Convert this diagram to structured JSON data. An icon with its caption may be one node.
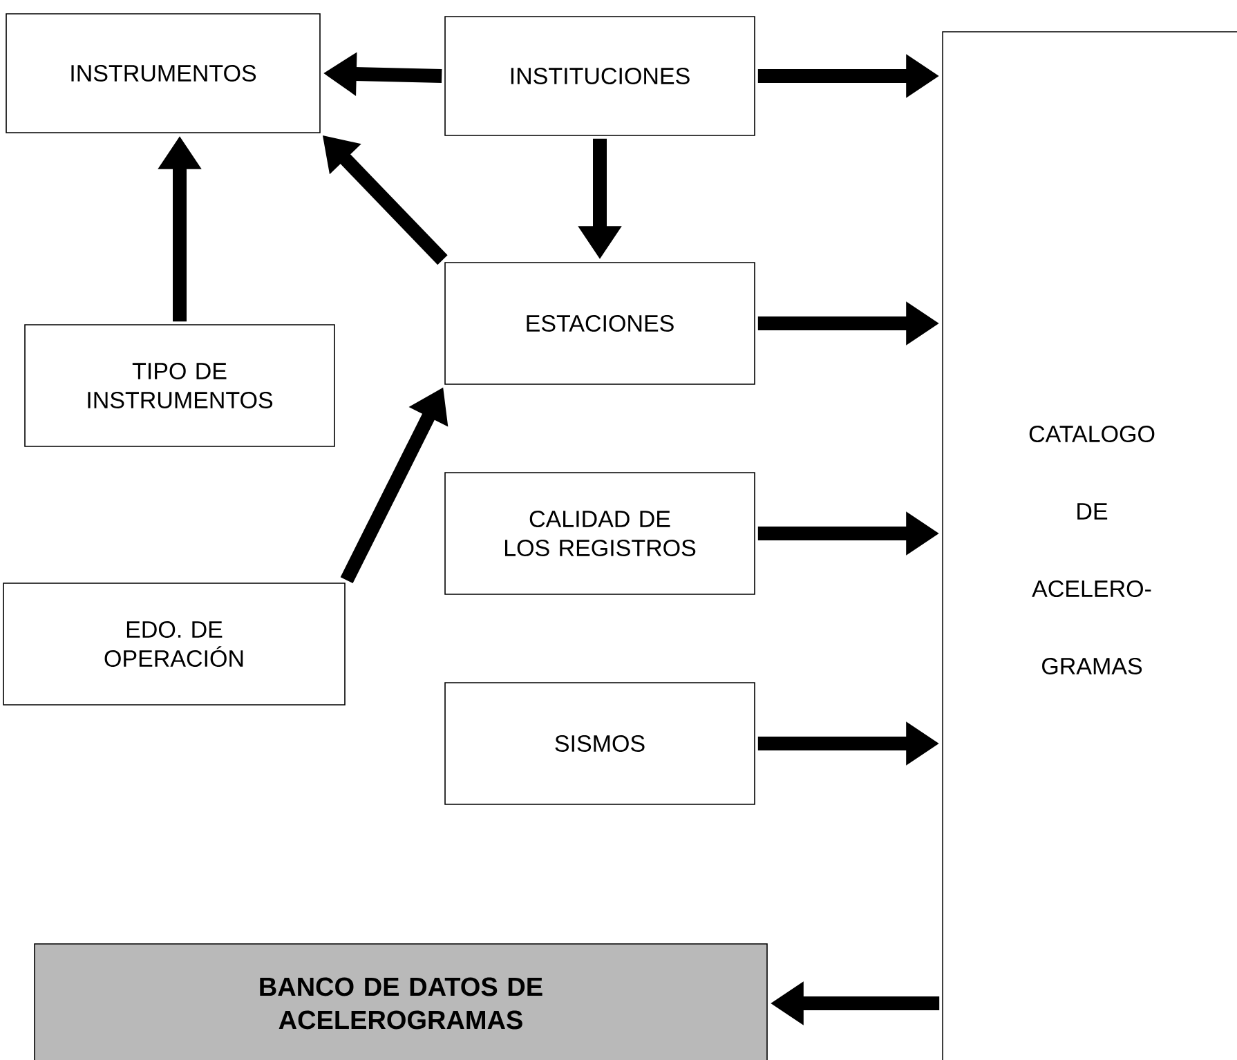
{
  "diagram": {
    "nodes": [
      {
        "text": [
          "INSTRUMENTOS"
        ]
      },
      {
        "text": [
          "INSTITUCIONES"
        ]
      },
      {
        "text": [
          "CATALOGO DE ACELERO- GRAMAS"
        ]
      },
      {
        "text": [
          "TIPO DE INSTRUMENTOS"
        ]
      },
      {
        "text": [
          "ESTACIONES"
        ]
      },
      {
        "text": [
          "CALIDAD DE LOS REGISTROS"
        ]
      },
      {
        "text": [
          "EDO. DE OPERACIÓN"
        ]
      },
      {
        "text": [
          "SISMOS"
        ]
      },
      {
        "text": [
          "BANCO DE DATOS DE ACELEROGRAMAS"
        ]
      }
    ],
    "edges": [
      {
        "from": 1,
        "to": 0,
        "arrow": "to"
      },
      {
        "from": 1,
        "to": 2,
        "arrow": "to"
      },
      {
        "from": 1,
        "to": 4,
        "arrow": "to"
      },
      {
        "from": 4,
        "to": 0,
        "arrow": "to"
      },
      {
        "from": 3,
        "to": 0,
        "arrow": "to"
      },
      {
        "from": 4,
        "to": 2,
        "arrow": "to"
      },
      {
        "from": 5,
        "to": 2,
        "arrow": "to"
      },
      {
        "from": 6,
        "to": 4,
        "arrow": "to"
      },
      {
        "from": 7,
        "to": 2,
        "arrow": "to"
      },
      {
        "from": 2,
        "to": 8,
        "arrow": "to"
      }
    ]
  }
}
